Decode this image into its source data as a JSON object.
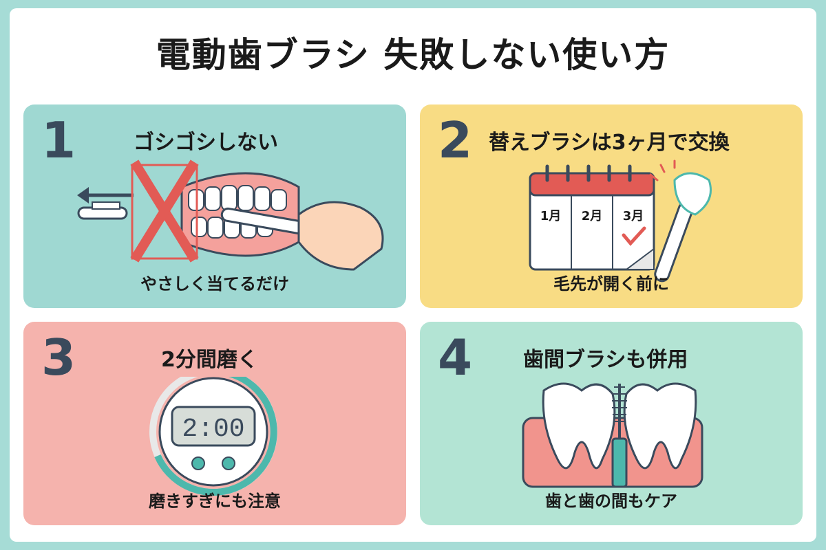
{
  "title": "電動歯ブラシ 失敗しない使い方",
  "panels": [
    {
      "number": "1",
      "heading": "ゴシゴシしない",
      "caption": "やさしく当てるだけ",
      "bg": "#9fd8d2"
    },
    {
      "number": "2",
      "heading": "替えブラシは3ヶ月で交換",
      "caption": "毛先が開く前に",
      "bg": "#f8dc84",
      "months": [
        "1月",
        "2月",
        "3月"
      ]
    },
    {
      "number": "3",
      "heading": "2分間磨く",
      "caption": "磨きすぎにも注意",
      "bg": "#f5b3ad",
      "timer": "2:00"
    },
    {
      "number": "4",
      "heading": "歯間ブラシも併用",
      "caption": "歯と歯の間もケア",
      "bg": "#b3e4d4"
    }
  ],
  "colors": {
    "accent_red": "#e25b55",
    "dark": "#3a4a5c",
    "teal": "#4db8ac"
  }
}
